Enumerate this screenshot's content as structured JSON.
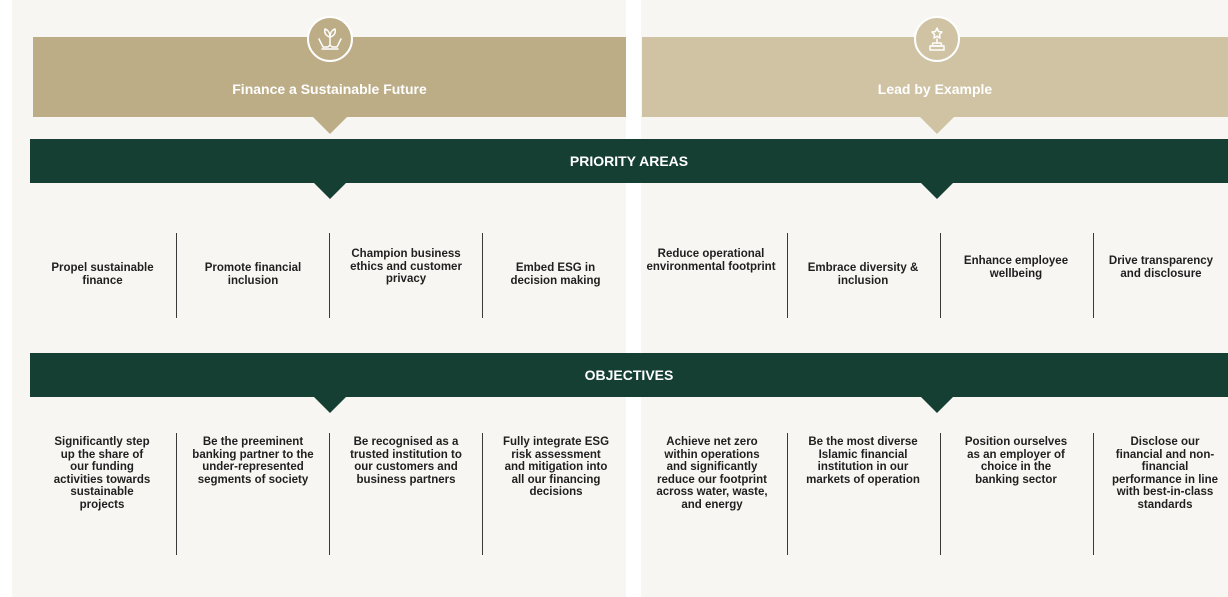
{
  "pillars": [
    {
      "label": "Finance a Sustainable Future",
      "icon": "hands-plant-icon",
      "color": "#bcad86"
    },
    {
      "label": "Lead by Example",
      "icon": "trophy-icon",
      "color": "#cfc3a3"
    }
  ],
  "bands": {
    "priority": "PRIORITY AREAS",
    "objectives": "OBJECTIVES"
  },
  "priority_areas": [
    "Propel sustainable finance",
    "Promote financial inclusion",
    "Champion business ethics and customer privacy",
    "Embed ESG in decision making",
    "Reduce operational environmental footprint",
    "Embrace diversity & inclusion",
    "Enhance employee wellbeing",
    "Drive transparency and disclosure"
  ],
  "objectives": [
    "Significantly step up the share of our funding activities towards sustainable projects",
    "Be the preeminent banking partner to the under-represented segments of society",
    "Be recognised as a trusted institution to our customers and business partners",
    "Fully integrate ESG risk assessment and mitigation into all our financing decisions",
    "Achieve net zero within operations and significantly reduce our footprint across water, waste, and energy",
    "Be the most diverse Islamic financial institution in our markets of operation",
    "Position ourselves as an employer of choice in the banking sector",
    "Disclose our financial and non-financial performance in line with best-in-class standards"
  ],
  "colors": {
    "band": "#153f33",
    "panel_bg": "#f7f6f2"
  }
}
